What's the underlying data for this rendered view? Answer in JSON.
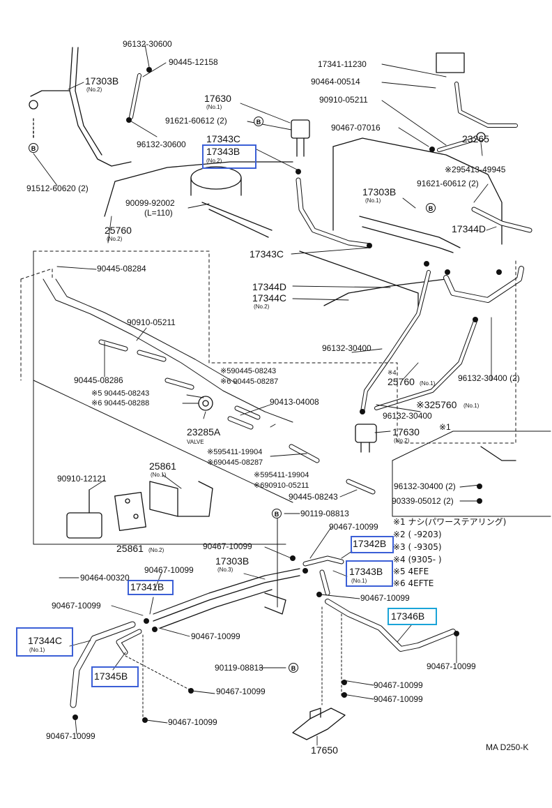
{
  "diagram_code": "MA D250-K",
  "callout_symbol": "B",
  "labels": {
    "p96132_30600_a": "96132-30600",
    "p90445_12158": "90445-12158",
    "p17303B_top": "17303B",
    "p17303B_top_sub": "(No.2)",
    "p17630_top": "17630",
    "p17630_top_sub": "(No.1)",
    "p91621_60612_a": "91621-60612 (2)",
    "p96132_30600_b": "96132-30600",
    "p17343C_top": "17343C",
    "p17343B_top": "17343B",
    "p17343B_top_sub": "(No.2)",
    "p91512_60620": "91512-60620 (2)",
    "p90099_92002": "90099-92002",
    "p90099_sub": "(L=110)",
    "p25760": "25760",
    "p25760_sub": "(No.2)",
    "p17343C_mid": "17343C",
    "p17341_11230": "17341-11230",
    "p90464_00514": "90464-00514",
    "p90910_05211_a": "90910-05211",
    "p90467_07016": "90467-07016",
    "p23265": "23265",
    "p295413": "※295413-49945",
    "p91621_60612_b": "91621-60612 (2)",
    "p17303B_mid": "17303B",
    "p17303B_mid_sub": "(No.1)",
    "p17344D_right": "17344D",
    "p90445_08284": "90445-08284",
    "p17344D_mid": "17344D",
    "p17344C_mid": "17344C",
    "p17344C_mid_sub": "(No.2)",
    "p90910_05211_b": "90910-05211",
    "p96132_30400_a": "96132-30400",
    "p4_25760": "※4",
    "p25760_b": "25760",
    "p25760_b_sub": "(No.1)",
    "p96132_30400_2": "96132-30400 (2)",
    "p90445_08286": "90445-08286",
    "p5_90445_08243_a": "※590445-08243",
    "p6_90445_08287_a": "※6 90445-08287",
    "p5_90445_08243_b": "※5 90445-08243",
    "p6_90445_08288": "※6 90445-08288",
    "p3_25760": "※325760",
    "p3_25760_sub": "(No.1)",
    "p96132_30400_b": "96132-30400",
    "p90413_04008": "90413-04008",
    "p23285A": "23285A",
    "p23285A_sub": "VALVE",
    "p17630_mid": "17630",
    "p17630_mid_sub": "(No.2)",
    "p595411_a": "※595411-19904",
    "p690445_08287": "※690445-08287",
    "p595411_b": "※595411-19904",
    "p690910_05211": "※690910-05211",
    "p90445_08243": "90445-08243",
    "p1_mark": "※1",
    "p25861_a": "25861",
    "p25861_a_sub": "(No.1)",
    "p90910_12121": "90910-12121",
    "p96132_30400_c": "96132-30400 (2)",
    "p90339_05012": "90339-05012 (2)",
    "p25861_b": "25861",
    "p25861_b_sub": "(No.2)",
    "p90119_08813_a": "90119-08813",
    "p90467_10099_a": "90467-10099",
    "p90467_10099_b": "90467-10099",
    "p17342B": "17342B",
    "p90464_00320": "90464-00320",
    "p90467_10099_c": "90467-10099",
    "p17303B_low": "17303B",
    "p17303B_low_sub": "(No.3)",
    "p17343B_low": "17343B",
    "p17343B_low_sub": "(No.1)",
    "p17341B": "17341B",
    "p90467_10099_d": "90467-10099",
    "p90467_10099_e": "90467-10099",
    "p17346B": "17346B",
    "p17344C_low": "17344C",
    "p17344C_low_sub": "(No.1)",
    "p90467_10099_f": "90467-10099",
    "p90119_08813_b": "90119-08813",
    "p17345B": "17345B",
    "p90467_10099_g": "90467-10099",
    "p90467_10099_h": "90467-10099",
    "p90467_10099_i": "90467-10099",
    "p90467_10099_j": "90467-10099",
    "p90467_10099_k": "90467-10099",
    "p17650": "17650"
  },
  "notes": [
    "※1 ナシ(パワーステアリング)",
    "※2 (        -9203)",
    "※3 (        -9305)",
    "※4 (9305-       )",
    "※5 4EFE",
    "※6 4EFTE"
  ]
}
